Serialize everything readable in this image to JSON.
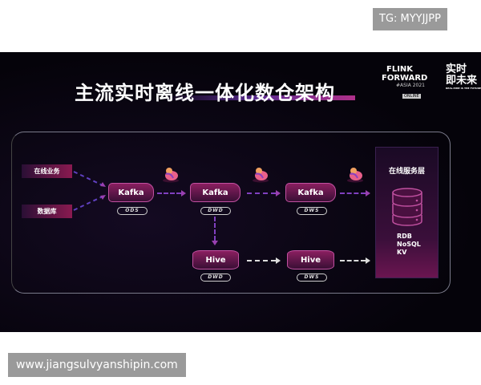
{
  "watermarks": {
    "top_right": "TG: MYYJJPP",
    "bottom_left": "www.jiangsulvyanshipin.com"
  },
  "slide": {
    "title": "主流实时离线一体化数仓架构",
    "logo": {
      "line1": "FLINK",
      "line2": "FORWARD",
      "line3": "#ASIA 2021",
      "badge": "ONLINE",
      "cn1": "实时",
      "cn2": "即未来",
      "tagline": "REAL-TIME IS THE FUTURE"
    },
    "sources": [
      "在线业务",
      "数据库"
    ],
    "stream": [
      {
        "label": "Kafka",
        "layer": "ODS"
      },
      {
        "label": "Kafka",
        "layer": "DWD"
      },
      {
        "label": "Kafka",
        "layer": "DWS"
      }
    ],
    "batch": [
      {
        "label": "Hive",
        "layer": "DWD"
      },
      {
        "label": "Hive",
        "layer": "DWS"
      }
    ],
    "serving": {
      "title": "在线服务层",
      "stores": [
        "RDB",
        "NoSQL",
        "KV"
      ]
    },
    "colors": {
      "accent": "#b0308a",
      "arrow": "#8040c0"
    }
  }
}
